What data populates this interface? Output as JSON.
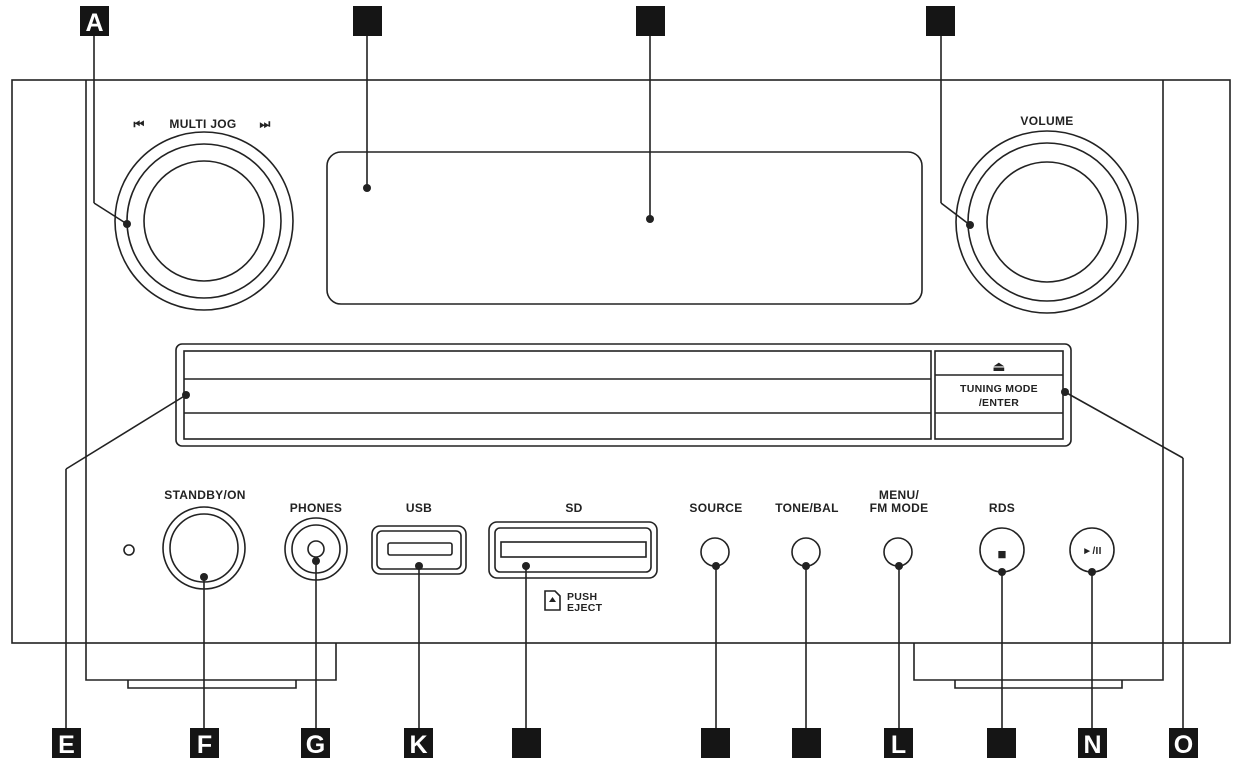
{
  "callouts": {
    "A": "A",
    "E": "E",
    "F": "F",
    "G": "G",
    "K": "K",
    "L": "L",
    "N": "N",
    "O": "O",
    "unlabeled_1": "",
    "unlabeled_2": "",
    "unlabeled_3": "",
    "unlabeled_4": "",
    "unlabeled_5": "",
    "unlabeled_6": "",
    "unlabeled_7": ""
  },
  "controls": {
    "multi_jog": {
      "prev_symbol": "⏮",
      "label": "MULTI JOG",
      "next_symbol": "⏭"
    },
    "volume": "VOLUME",
    "eject_symbol": "⏏",
    "tuning_mode_line1": "TUNING MODE",
    "tuning_mode_line2": "/ENTER",
    "standby_on": "STANDBY/ON",
    "phones": "PHONES",
    "usb": "USB",
    "sd": "SD",
    "push": "PUSH",
    "eject": "EJECT",
    "source": "SOURCE",
    "tone_bal": "TONE/BAL",
    "menu_line1": "MENU/",
    "menu_line2": "FM MODE",
    "rds": "RDS",
    "stop_symbol": "■",
    "play_pause_symbol": "►/II"
  }
}
